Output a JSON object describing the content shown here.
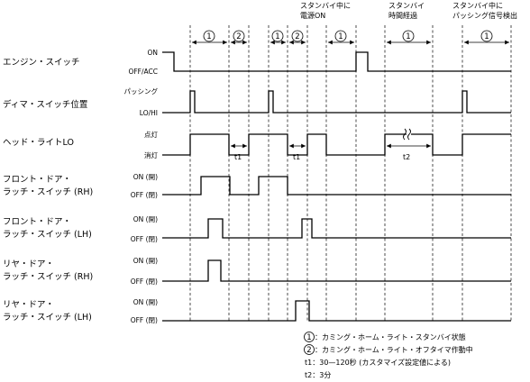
{
  "top_notes": [
    {
      "lines": [
        "スタンバイ中に",
        "電源ON"
      ]
    },
    {
      "lines": [
        "スタンバイ",
        "時間経過"
      ]
    },
    {
      "lines": [
        "スタンバイ中に",
        "パッシング信号検出"
      ]
    }
  ],
  "signals": [
    {
      "name": [
        "エンジン・スイッチ"
      ],
      "hi": "ON",
      "lo": "OFF/ACC"
    },
    {
      "name": [
        "ディマ・スイッチ位置"
      ],
      "hi": "パッシング",
      "lo": "LO/HI"
    },
    {
      "name": [
        "ヘッド・ライトLO"
      ],
      "hi": "点灯",
      "lo": "消灯"
    },
    {
      "name": [
        "フロント・ドア・",
        "ラッチ・スイッチ (RH)"
      ],
      "hi": "ON (開)",
      "lo": "OFF (閉)"
    },
    {
      "name": [
        "フロント・ドア・",
        "ラッチ・スイッチ (LH)"
      ],
      "hi": "ON (開)",
      "lo": "OFF (閉)"
    },
    {
      "name": [
        "リヤ・ドア・",
        "ラッチ・スイッチ (RH)"
      ],
      "hi": "ON (開)",
      "lo": "OFF (閉)"
    },
    {
      "name": [
        "リヤ・ドア・",
        "ラッチ・スイッチ (LH)"
      ],
      "hi": "ON (開)",
      "lo": "OFF (閉)"
    }
  ],
  "intervals": [
    "1",
    "2",
    "1",
    "2",
    "1",
    "1",
    "1"
  ],
  "time_labels": [
    "t1",
    "t1",
    "t2"
  ],
  "legend": [
    {
      "marker": "1",
      "text": "：カミング・ホーム・ライト・スタンバイ状態"
    },
    {
      "marker": "2",
      "text": "：カミング・ホーム・ライト・オフタイマ作動中"
    },
    {
      "marker": "",
      "text": "t1：30—120秒 (カスタマイズ設定値による)"
    },
    {
      "marker": "",
      "text": "t2：3分"
    }
  ]
}
